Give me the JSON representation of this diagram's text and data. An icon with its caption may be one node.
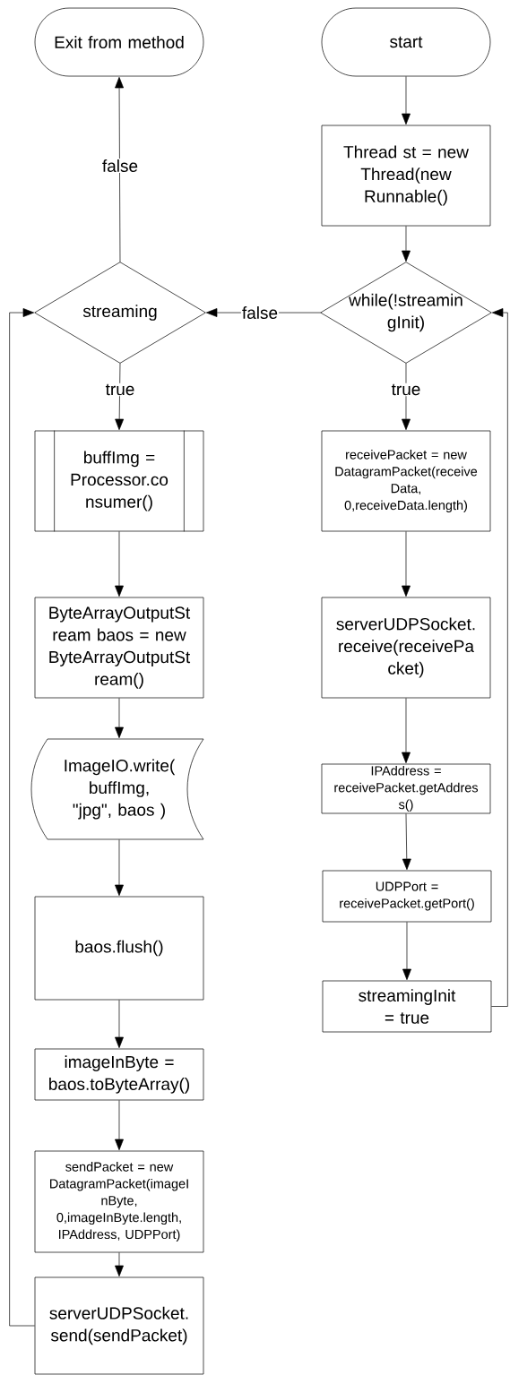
{
  "diagram": {
    "nodes": [
      {
        "text": [
          "Exit from method"
        ]
      },
      {
        "text": [
          "start"
        ]
      },
      {
        "text": [
          "Thread st = new Thread(new Runnable()"
        ]
      },
      {
        "text": [
          "streaming"
        ]
      },
      {
        "text": [
          "while(!streamin gInit)"
        ]
      },
      {
        "text": [
          "buffImg = Processor.co nsumer()"
        ]
      },
      {
        "text": [
          "receivePacket = new DatagramPacket(receive Data, 0,receiveData.length)"
        ]
      },
      {
        "text": [
          "ByteArrayOutputSt ream baos = new ByteArrayOutputSt ream()"
        ]
      },
      {
        "text": [
          "serverUDPSocket. receive(receivePa cket)"
        ]
      },
      {
        "text": [
          "ImageIO.write( buffImg, \"jpg\", baos )"
        ]
      },
      {
        "text": [
          "IPAddress = receivePacket.getAddres s()"
        ]
      },
      {
        "text": [
          "baos.flush()"
        ]
      },
      {
        "text": [
          "UDPPort = receivePacket.getPort()"
        ]
      },
      {
        "text": [
          "imageInByte = baos.toByteArray()"
        ]
      },
      {
        "text": [
          "streamingInit = true"
        ]
      },
      {
        "text": [
          "sendPacket = new DatagramPacket(imageI nByte, 0,imageInByte.length, IPAddress, UDPPort)"
        ]
      },
      {
        "text": [
          "serverUDPSocket. send(sendPacket)"
        ]
      }
    ],
    "edges": [
      {
        "from": 1,
        "to": 2,
        "arrow": "to"
      },
      {
        "from": 2,
        "to": 4,
        "arrow": "to"
      },
      {
        "from": 4,
        "to": 3,
        "arrow": "to",
        "label": "false"
      },
      {
        "from": 3,
        "to": 0,
        "arrow": "to",
        "label": "false"
      },
      {
        "from": 3,
        "to": 5,
        "arrow": "to",
        "label": "true"
      },
      {
        "from": 4,
        "to": 6,
        "arrow": "to",
        "label": "true"
      },
      {
        "from": 5,
        "to": 7,
        "arrow": "to"
      },
      {
        "from": 7,
        "to": 9,
        "arrow": "to"
      },
      {
        "from": 9,
        "to": 11,
        "arrow": "to"
      },
      {
        "from": 11,
        "to": 13,
        "arrow": "to"
      },
      {
        "from": 13,
        "to": 15,
        "arrow": "to"
      },
      {
        "from": 15,
        "to": 16,
        "arrow": "to"
      },
      {
        "from": 16,
        "to": 3,
        "arrow": "to"
      },
      {
        "from": 6,
        "to": 8,
        "arrow": "to"
      },
      {
        "from": 8,
        "to": 10,
        "arrow": "to"
      },
      {
        "from": 10,
        "to": 12,
        "arrow": "to"
      },
      {
        "from": 12,
        "to": 14,
        "arrow": "to"
      },
      {
        "from": 14,
        "to": 4,
        "arrow": "to"
      }
    ]
  }
}
